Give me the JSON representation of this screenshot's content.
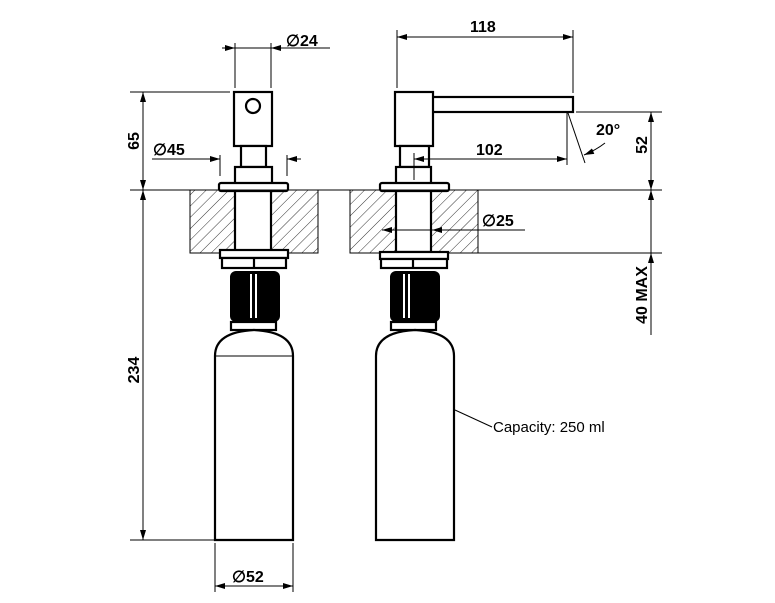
{
  "drawing": {
    "title": "Soap dispenser dimension drawing",
    "dimensions": {
      "pump_head_diameter": "∅24",
      "flange_diameter": "∅45",
      "bottle_diameter": "∅52",
      "shank_diameter": "∅25",
      "overall_reach": "118",
      "spout_reach": "102",
      "spout_angle": "20°",
      "spout_height": "52",
      "head_height": "65",
      "below_counter_length": "234",
      "max_counter_thickness": "40 MAX"
    },
    "notes": {
      "capacity": "Capacity: 250 ml"
    }
  }
}
